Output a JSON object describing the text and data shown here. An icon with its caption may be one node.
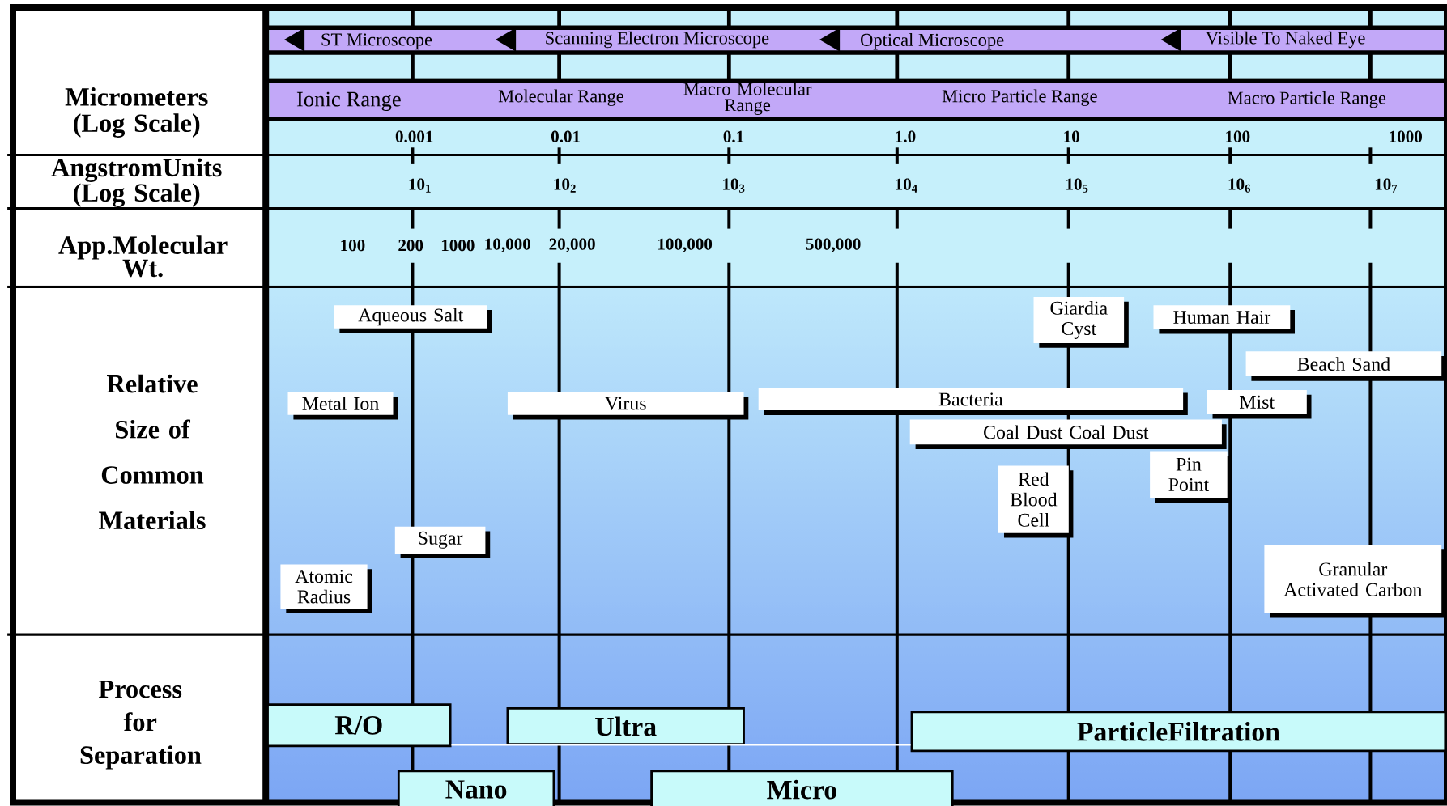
{
  "diagram": {
    "nodes": [
      {
        "text": [
          "Aqueous Salt"
        ]
      },
      {
        "text": [
          "Giardia Cyst"
        ]
      },
      {
        "text": [
          "Human Hair"
        ]
      },
      {
        "text": [
          "Beach Sand"
        ]
      },
      {
        "text": [
          "Metal Ion"
        ]
      },
      {
        "text": [
          "Virus"
        ]
      },
      {
        "text": [
          "Bacteria"
        ]
      },
      {
        "text": [
          "Mist"
        ]
      },
      {
        "text": [
          "Coal Dust Coal Dust"
        ]
      },
      {
        "text": [
          "Pin Point"
        ]
      },
      {
        "text": [
          "Red Blood Cell"
        ]
      },
      {
        "text": [
          "Sugar"
        ]
      },
      {
        "text": [
          "Atomic Radius"
        ]
      },
      {
        "text": [
          "Granular Activated Carbon"
        ]
      },
      {
        "text": [
          "R/O"
        ]
      },
      {
        "text": [
          "Ultra"
        ]
      },
      {
        "text": [
          "ParticleFiltration"
        ]
      },
      {
        "text": [
          "Nano"
        ]
      },
      {
        "text": [
          "Micro"
        ]
      }
    ],
    "edges": [
      {
        "from": 14,
        "to": 16,
        "arrow": "none",
        "color": "#ffffff"
      }
    ],
    "labels": [
      "ST Microscope",
      "Scanning Electron Microscope",
      "Optical Microscope",
      "Visible To Naked Eye",
      "Micrometers (Log Scale)",
      "Ionic Range",
      "Molecular Range",
      "Macro Molecular Range",
      "Micro Particle Range",
      "Macro Particle Range",
      "0.001",
      "0.01",
      "0.1",
      "1.0",
      "10",
      "100",
      "1000",
      "AngstromUnits (Log Scale)",
      "10$_{1}$",
      "10$_{2}$",
      "10$_{3}$",
      "10$_{4}$",
      "10$_{5}$",
      "10$_{6}$",
      "10$_{7}$",
      "App.Molecular Wt.",
      "100",
      "200",
      "1000",
      "10,000",
      "20,000",
      "100,000",
      "500,000",
      "Relative Size of Common Materials",
      "Process for Separation"
    ]
  }
}
